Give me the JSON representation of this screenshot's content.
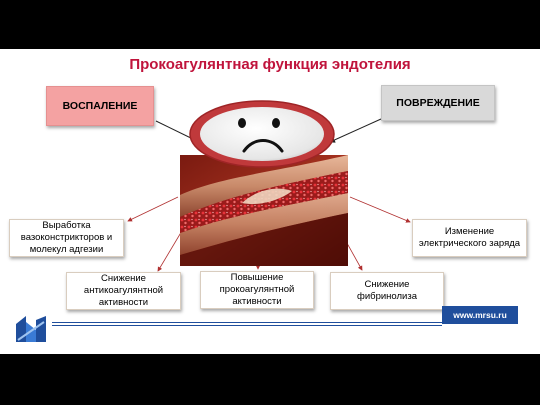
{
  "title": "Прокоагулянтная функция эндотелия",
  "causes": {
    "left": "ВОСПАЛЕНИЕ",
    "right": "ПОВРЕЖДЕНИЕ"
  },
  "effects": [
    "Выработка вазоконстрикторов и молекул адгезии",
    "Снижение антикоагулянтной активности",
    "Повышение прокоагулянтной активности",
    "Снижение фибринолиза",
    "Изменение электрического заряда"
  ],
  "website": "www.mrsu.ru",
  "icons": {
    "face": "sad-face-icon",
    "vessel": "blood-vessel-image",
    "logo": "university-logo"
  },
  "colors": {
    "title": "#c0143c",
    "inflammation_box": "#f4a2a2",
    "damage_box": "#d9d9d9",
    "brand_blue": "#1f4e9c",
    "face_ring": "#c0393b"
  }
}
